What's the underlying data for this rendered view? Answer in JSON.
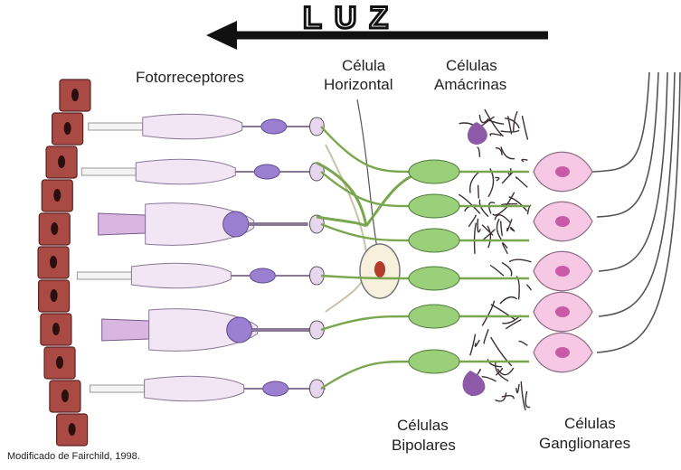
{
  "title": "LUZ",
  "labels": {
    "photoreceptors": "Fotorreceptores",
    "horizontal_l1": "Célula",
    "horizontal_l2": "Horizontal",
    "amacrine_l1": "Células",
    "amacrine_l2": "Amácrinas",
    "bipolar_l1": "Células",
    "bipolar_l2": "Bipolares",
    "ganglion_l1": "Células",
    "ganglion_l2": "Ganglionares"
  },
  "credit": "Modificado de Fairchild, 1998.",
  "colors": {
    "epithelium": "#a94a44",
    "photoreceptor": "#f2e6f4",
    "cone": "#d9b6e2",
    "nucleus": "#9b7fd1",
    "horizontal": "#7aa64f",
    "bipolar": "#9bd07a",
    "ganglion": "#f6c8e4",
    "ganglion_nucleus": "#c85aa8",
    "amacrine": "#8c5aa6",
    "arrow": "#111111"
  }
}
